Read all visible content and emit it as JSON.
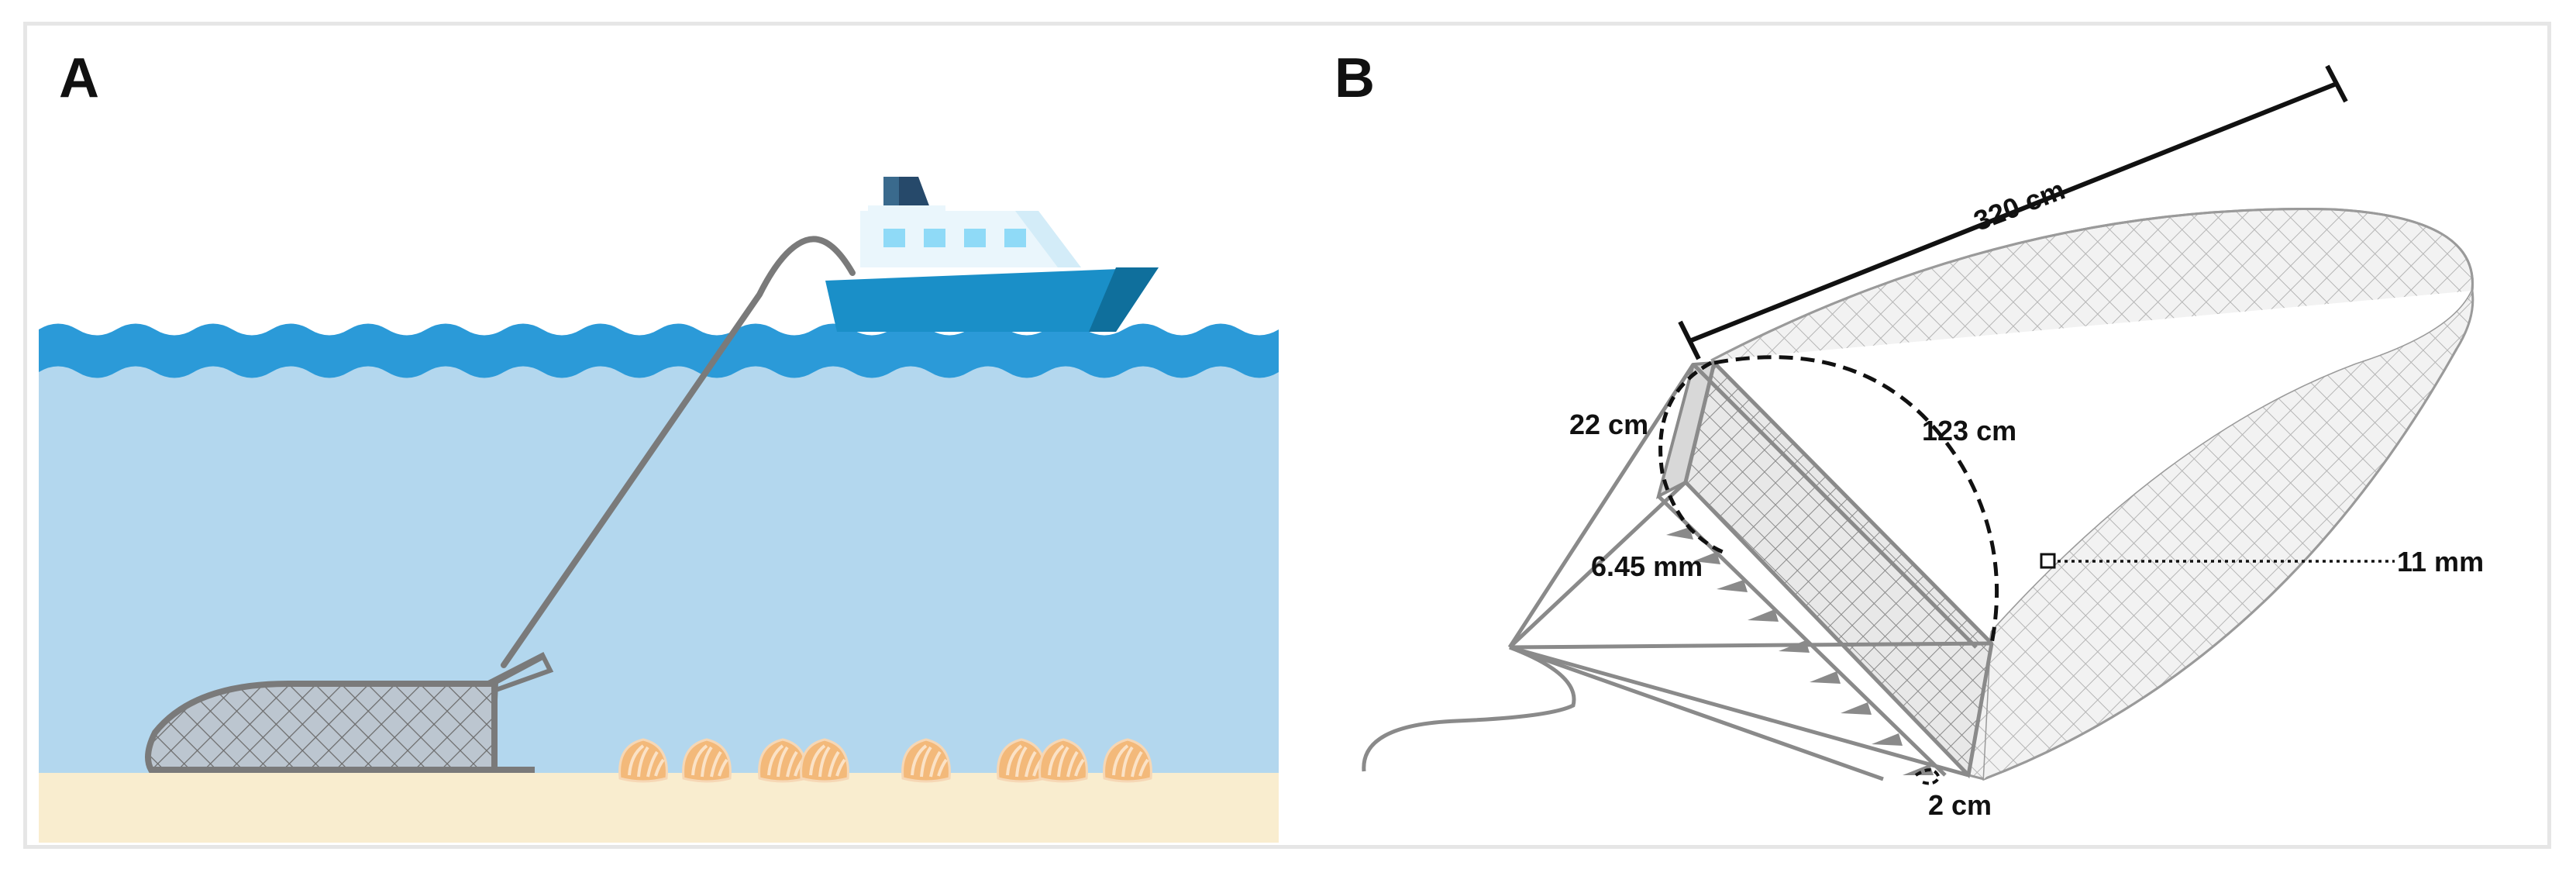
{
  "panels": {
    "a": {
      "label": "A"
    },
    "b": {
      "label": "B"
    }
  },
  "dimensions": {
    "length": "320 cm",
    "mouth_width": "123 cm",
    "frame_depth": "22 cm",
    "tooth_spacing": "6.45 mm",
    "mesh_size": "11 mm",
    "tooth_length": "2 cm"
  },
  "colors": {
    "water": "#b3d7ee",
    "wave": "#2b9ad8",
    "sand": "#f9edcf",
    "hull": "#1a8fc8",
    "cabin": "#eaf6fc",
    "net_line": "#7a7a7a",
    "clam": "#f3b97a"
  },
  "icons": [
    "boat-icon",
    "clam-icon",
    "dredge-net-icon"
  ]
}
